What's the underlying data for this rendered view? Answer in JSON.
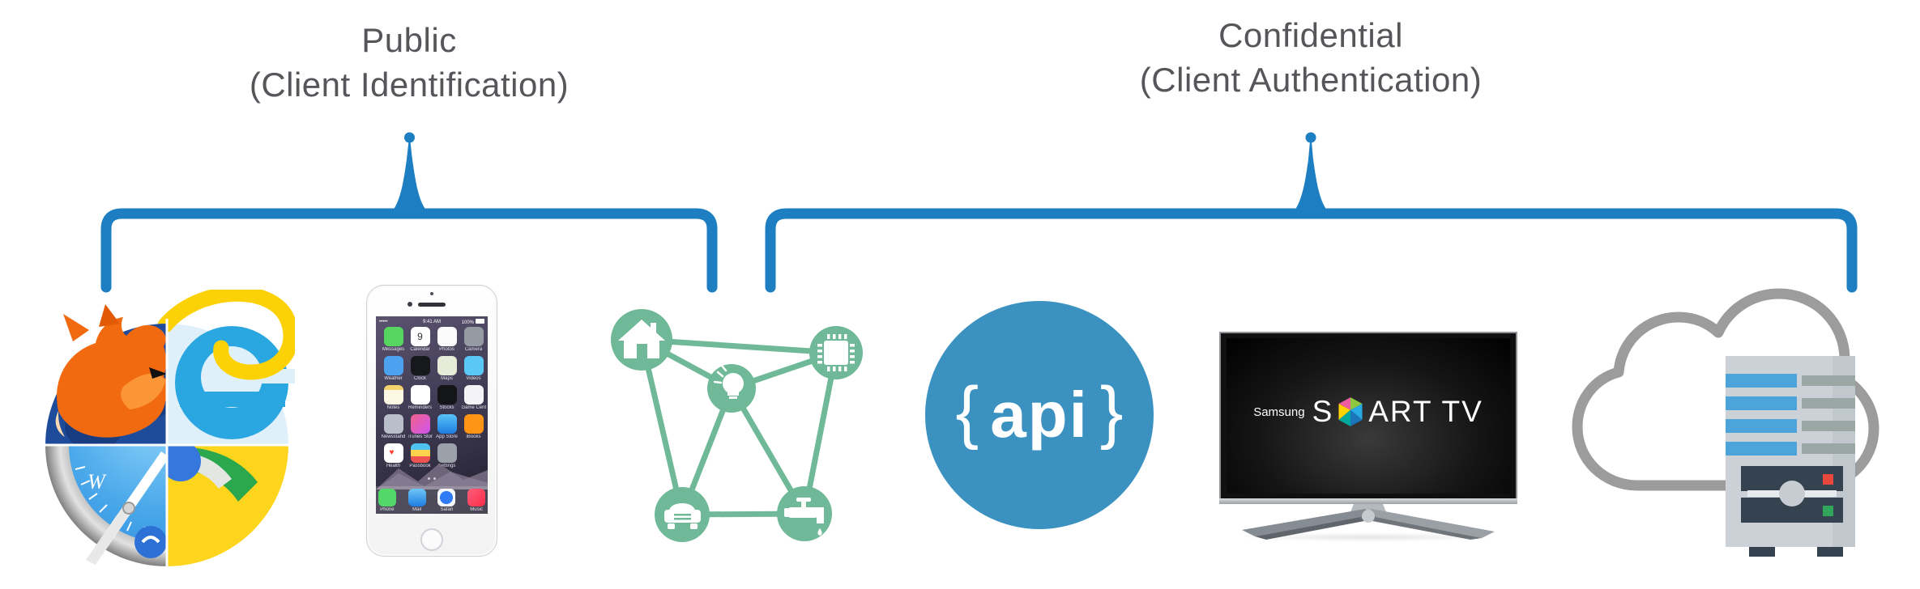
{
  "labels": {
    "public": {
      "line1": "Public",
      "line2": "(Client Identification)"
    },
    "confidential": {
      "line1": "Confidential",
      "line2": "(Client Authentication)"
    }
  },
  "colors": {
    "brace_blue": "#1e7ec2",
    "label_gray": "#55565a",
    "iot_green": "#6fb998",
    "api_blue": "#3b92c1",
    "cloud_gray": "#9c9c9c",
    "server_body": "#ccd1d7",
    "server_panel": "#35424f",
    "server_bar_blue": "#4da4da",
    "server_bar_gray": "#9aa7a5",
    "indicator_red": "#e8493f",
    "indicator_green": "#31a65a"
  },
  "icons": [
    {
      "name": "web-browsers-icon",
      "description": "composite circle of Firefox, Internet Explorer, Safari and Chrome logos"
    },
    {
      "name": "iphone-icon",
      "description": "white Apple iPhone showing home screen"
    },
    {
      "name": "iot-network-icon",
      "description": "green connected-device network: house, light bulb, chip, car, water tap"
    },
    {
      "name": "api-icon",
      "description": "blue circle reading { api }"
    },
    {
      "name": "smart-tv-icon",
      "description": "Samsung Smart TV on stand"
    },
    {
      "name": "cloud-server-icon",
      "description": "server tower in front of a cloud outline"
    }
  ],
  "api": {
    "open": "{",
    "label": "api",
    "close": "}"
  },
  "tv": {
    "brand": "Samsung",
    "logo_left": "S",
    "logo_right": "ART TV"
  },
  "phone": {
    "status_time": "9:41 AM",
    "status_battery": "100%",
    "status_signal": "•••••",
    "calendar_day": "9",
    "health_glyph": "♥",
    "apps": [
      "Messages",
      "Calendar",
      "Photos",
      "Camera",
      "Weather",
      "Clock",
      "Maps",
      "Videos",
      "Notes",
      "Reminders",
      "Stocks",
      "Game Center",
      "Newsstand",
      "iTunes Store",
      "App Store",
      "iBooks",
      "Health",
      "Passbook",
      "Settings"
    ],
    "dock": [
      "Phone",
      "Mail",
      "Safari",
      "Music"
    ]
  }
}
